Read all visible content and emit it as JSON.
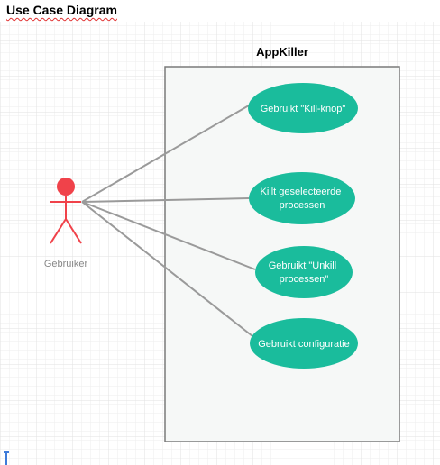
{
  "page": {
    "title": "Use Case Diagram"
  },
  "diagram": {
    "system_name": "AppKiller",
    "actor_name": "Gebruiker",
    "use_cases": [
      {
        "id": "uc1",
        "lines": [
          "Gebruikt \"Kill-knop\""
        ]
      },
      {
        "id": "uc2",
        "lines": [
          "Killt geselecteerde",
          "processen"
        ]
      },
      {
        "id": "uc3",
        "lines": [
          "Gebruikt \"Unkill",
          "processen\""
        ]
      },
      {
        "id": "uc4",
        "lines": [
          "Gebruikt configuratie"
        ]
      }
    ]
  },
  "colors": {
    "grid_minor": "#eeeeee",
    "grid_major": "#e2e2e2",
    "system_fill": "#f6f8f7",
    "system_stroke": "#7a7a7a",
    "use_case_fill": "#1abc9c",
    "use_case_text": "#ffffff",
    "actor": "#f0424a",
    "actor_label": "#888888",
    "connector": "#9a9a9a"
  }
}
